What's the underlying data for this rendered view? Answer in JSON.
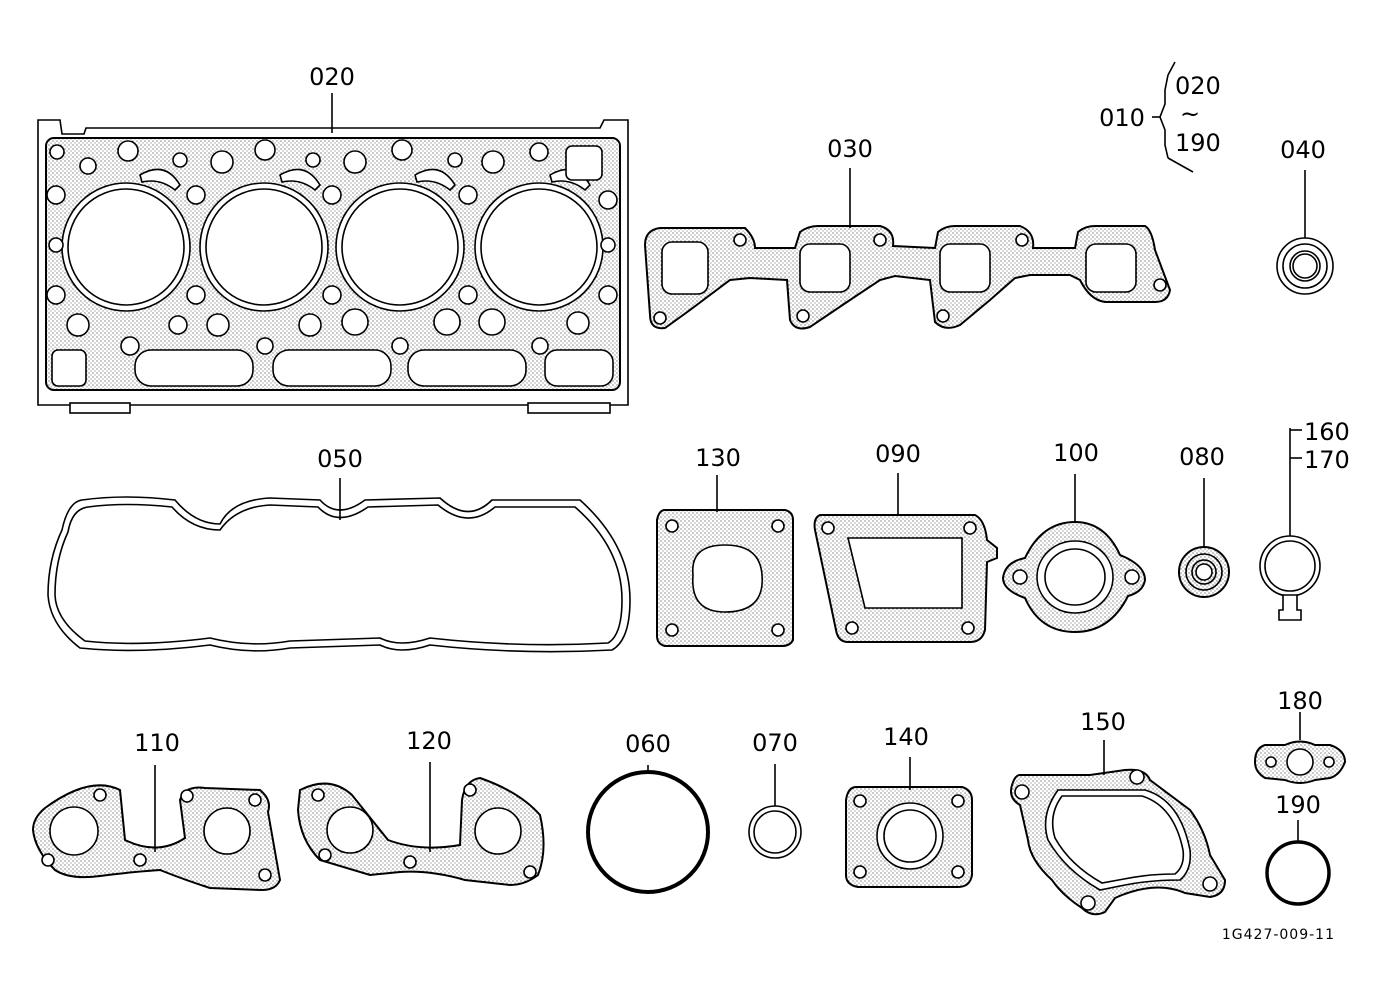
{
  "diagram": {
    "drawing_number": "1G427-009-11",
    "assembly": {
      "label": "010",
      "range_start": "020",
      "range_tilde": "~",
      "range_end": "190"
    },
    "parts": [
      {
        "id": "p020",
        "label": "020"
      },
      {
        "id": "p030",
        "label": "030"
      },
      {
        "id": "p040",
        "label": "040"
      },
      {
        "id": "p050",
        "label": "050"
      },
      {
        "id": "p130",
        "label": "130"
      },
      {
        "id": "p090",
        "label": "090"
      },
      {
        "id": "p100",
        "label": "100"
      },
      {
        "id": "p080",
        "label": "080"
      },
      {
        "id": "p160",
        "label": "160"
      },
      {
        "id": "p170",
        "label": "170"
      },
      {
        "id": "p110",
        "label": "110"
      },
      {
        "id": "p120",
        "label": "120"
      },
      {
        "id": "p060",
        "label": "060"
      },
      {
        "id": "p070",
        "label": "070"
      },
      {
        "id": "p140",
        "label": "140"
      },
      {
        "id": "p150",
        "label": "150"
      },
      {
        "id": "p180",
        "label": "180"
      },
      {
        "id": "p190",
        "label": "190"
      }
    ]
  }
}
